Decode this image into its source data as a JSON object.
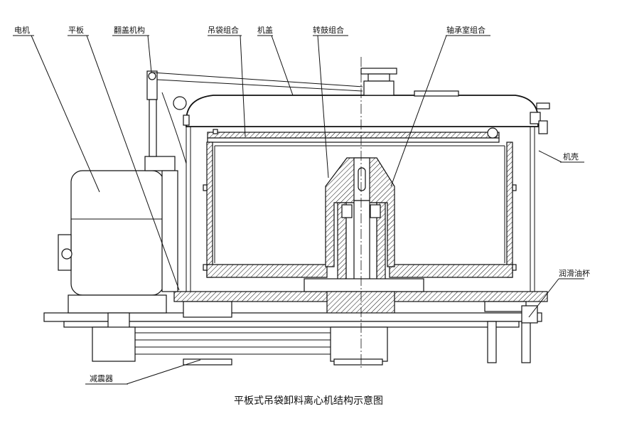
{
  "labels": {
    "motor": "电机",
    "flat_plate": "平板",
    "lid_flip_mechanism": "翻盖机构",
    "hanging_bag_assembly": "吊袋组合",
    "lid": "机盖",
    "drum_assembly": "转鼓组合",
    "bearing_chamber_assembly": "轴承室组合",
    "casing": "机壳",
    "lube_oil_cup": "润滑油杯",
    "damper": "减震器"
  },
  "caption": "平板式吊袋卸料离心机结构示意图",
  "colors": {
    "line": "#111111",
    "background": "#ffffff"
  }
}
